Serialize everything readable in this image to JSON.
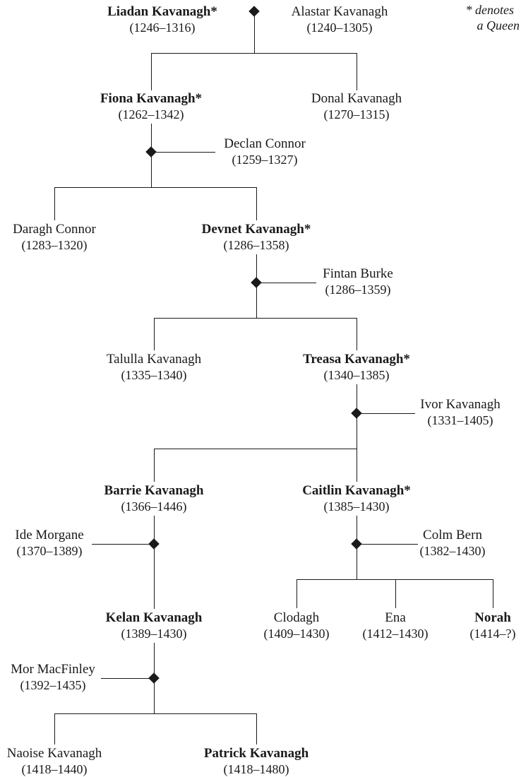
{
  "legend": {
    "line1": "*  denotes",
    "line2": "a Queen"
  },
  "persons": {
    "liadan": {
      "name": "Liadan Kavanagh*",
      "dates": "(1246–1316)"
    },
    "alastar": {
      "name": "Alastar Kavanagh",
      "dates": "(1240–1305)"
    },
    "fiona": {
      "name": "Fiona Kavanagh*",
      "dates": "(1262–1342)"
    },
    "donal": {
      "name": "Donal Kavanagh",
      "dates": "(1270–1315)"
    },
    "declan": {
      "name": "Declan Connor",
      "dates": "(1259–1327)"
    },
    "daragh": {
      "name": "Daragh Connor",
      "dates": "(1283–1320)"
    },
    "devnet": {
      "name": "Devnet Kavanagh*",
      "dates": "(1286–1358)"
    },
    "fintan": {
      "name": "Fintan Burke",
      "dates": "(1286–1359)"
    },
    "talulla": {
      "name": "Talulla Kavanagh",
      "dates": "(1335–1340)"
    },
    "treasa": {
      "name": "Treasa Kavanagh*",
      "dates": "(1340–1385)"
    },
    "ivor": {
      "name": "Ivor Kavanagh",
      "dates": "(1331–1405)"
    },
    "barrie": {
      "name": "Barrie Kavanagh",
      "dates": "(1366–1446)"
    },
    "caitlin": {
      "name": "Caitlin Kavanagh*",
      "dates": "(1385–1430)"
    },
    "ide": {
      "name": "Ide Morgane",
      "dates": "(1370–1389)"
    },
    "colm": {
      "name": "Colm Bern",
      "dates": "(1382–1430)"
    },
    "kelan": {
      "name": "Kelan Kavanagh",
      "dates": "(1389–1430)"
    },
    "clodagh": {
      "name": "Clodagh",
      "dates": "(1409–1430)"
    },
    "ena": {
      "name": "Ena",
      "dates": "(1412–1430)"
    },
    "norah": {
      "name": "Norah",
      "dates": "(1414–?)"
    },
    "mor": {
      "name": "Mor MacFinley",
      "dates": "(1392–1435)"
    },
    "naoise": {
      "name": "Naoise Kavanagh",
      "dates": "(1418–1440)"
    },
    "patrick": {
      "name": "Patrick Kavanagh",
      "dates": "(1418–1480)"
    }
  }
}
